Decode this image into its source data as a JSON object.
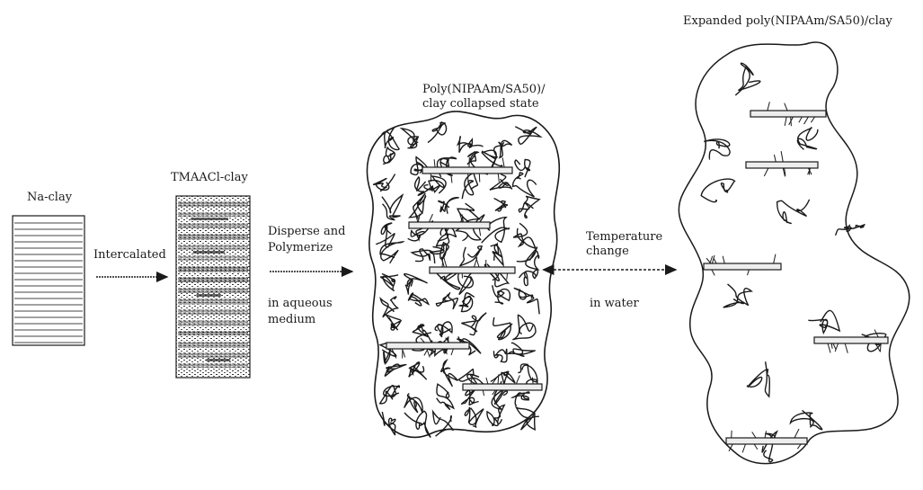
{
  "labels": {
    "na_clay": "Na-clay",
    "intercalated": "Intercalated",
    "tmaacl_clay": "TMAACl-clay",
    "disperse_line1": "Disperse and",
    "disperse_line2": "Polymerize",
    "medium_line1": "in aqueous",
    "medium_line2": "medium",
    "collapsed_line1": "Poly(NIPAAm/SA50)/",
    "collapsed_line2": "clay collapsed state",
    "temperature_line1": "Temperature",
    "temperature_line2": "change",
    "in_water": "in water",
    "expanded": "Expanded poly(NIPAAm/SA50)/clay"
  },
  "colors": {
    "ink": "#1a1a1a",
    "hatch": "#444444",
    "platelet_fill": "#ededed"
  }
}
